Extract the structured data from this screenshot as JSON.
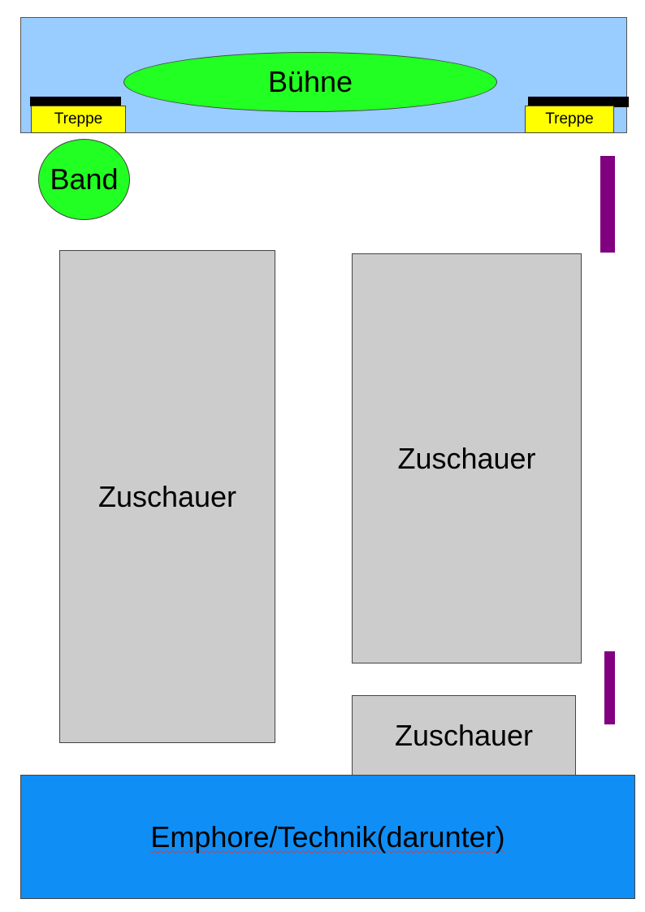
{
  "colors": {
    "stage_area": "#99ccff",
    "stage": "#22ff22",
    "band": "#22ff22",
    "audience": "#cccccc",
    "gallery": "#0f8ef5",
    "stairs": "#ffff00",
    "bar": "#000000",
    "pillar": "#800080",
    "speaker": "#ff0000",
    "light": "#ff6633"
  },
  "stage": {
    "label": "Bühne"
  },
  "band": {
    "label": "Band"
  },
  "stairs": {
    "left_label": "Treppe",
    "right_label": "Treppe"
  },
  "audience": {
    "left_label": "Zuschauer",
    "right_label": "Zuschauer",
    "bottom_label": "Zuschauer"
  },
  "gallery": {
    "label": "Emphore/Technik(darunter)"
  },
  "icons": {
    "speaker": "speaker-icon",
    "light": "spotlight-icon"
  }
}
